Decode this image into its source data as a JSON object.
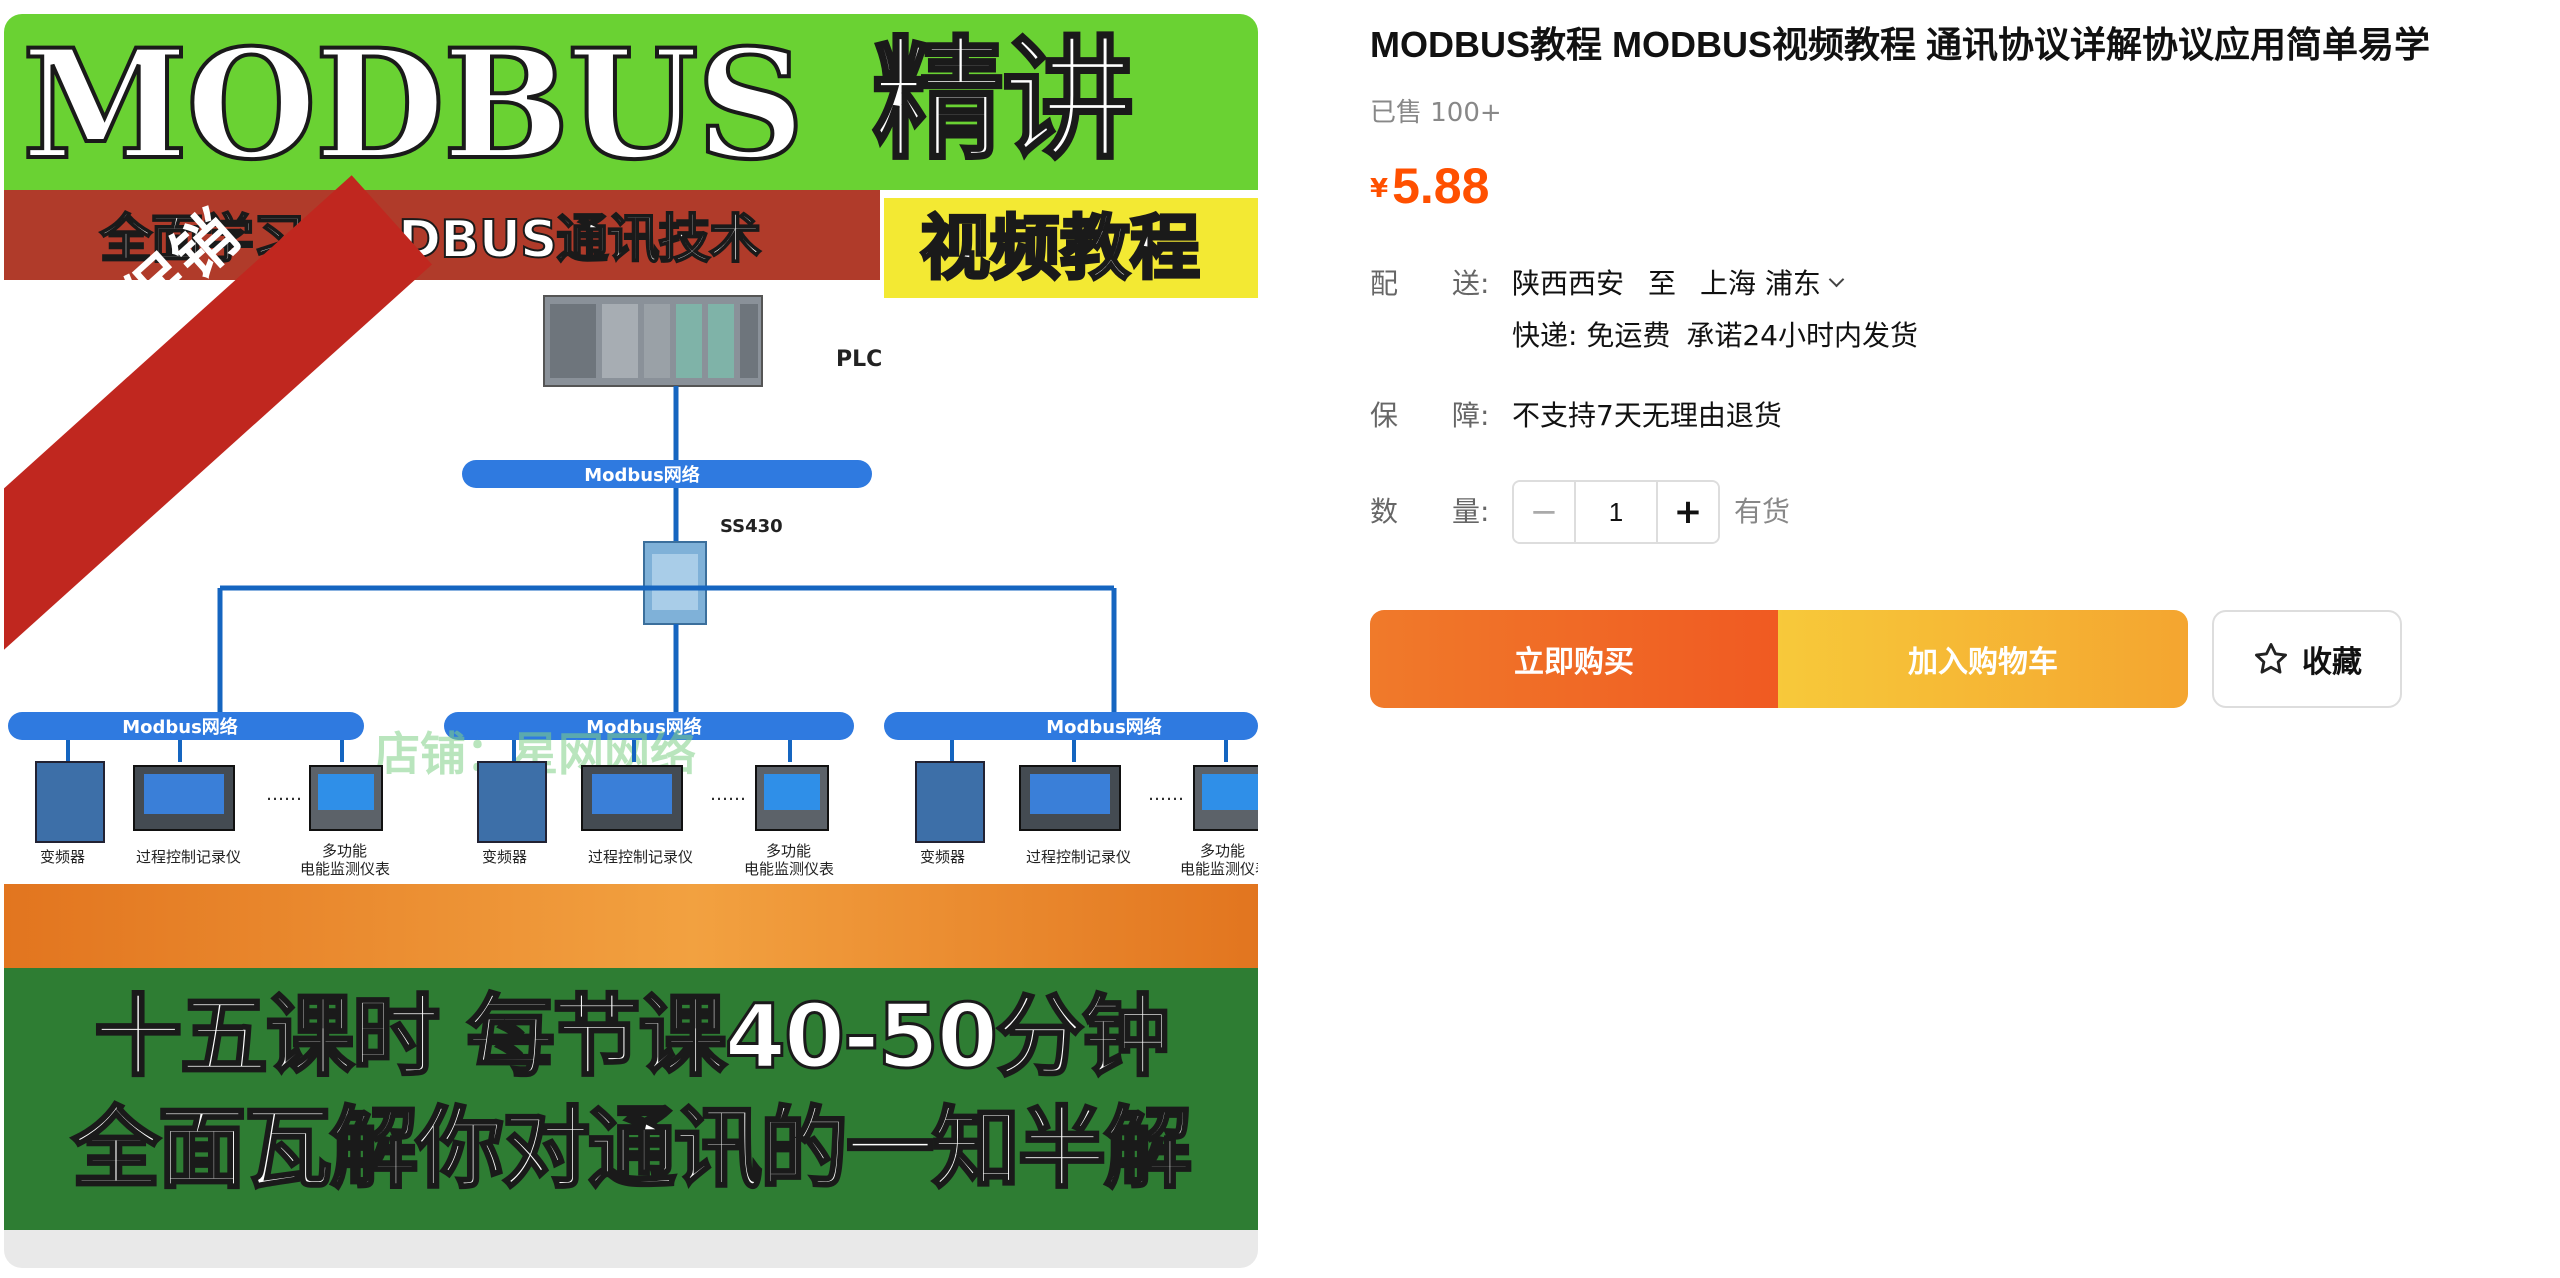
{
  "image": {
    "title_en": "MODBUS",
    "title_cn": "精讲",
    "subtitle": "全面学习MODBUS通讯技术",
    "video_tag": "视频教程",
    "sale_ribbon": "打折促销",
    "plc_label": "PLC",
    "switch_label": "SS430",
    "network_label": "Modbus网络",
    "watermark": "店铺：星网网络",
    "device_labels": [
      "变频器",
      "过程控制记录仪",
      "多功能",
      "电能监测仪表"
    ],
    "ellipsis": "……",
    "bottom_line1": "十五课时 每节课40-50分钟",
    "bottom_line2": "全面瓦解你对通讯的一知半解"
  },
  "product": {
    "title": "MODBUS教程 MODBUS视频教程 通讯协议详解协议应用简单易学",
    "sold": "已售 100+",
    "price_currency": "¥",
    "price": "5.88",
    "price_color": "#ff5000"
  },
  "delivery": {
    "label_1": "配",
    "label_2": "送",
    "colon": ":",
    "from": "陕西西安",
    "to_word": "至",
    "destination": "上海 浦东",
    "express": "快递: 免运费",
    "promise": "承诺24小时内发货"
  },
  "guarantee": {
    "label_1": "保",
    "label_2": "障",
    "colon": ":",
    "text": "不支持7天无理由退货"
  },
  "quantity": {
    "label_1": "数",
    "label_2": "量",
    "colon": ":",
    "minus": "−",
    "value": "1",
    "plus": "+",
    "stock": "有货"
  },
  "actions": {
    "buy_now": "立即购买",
    "add_to_cart": "加入购物车",
    "favorite": "收藏",
    "favorite_icon": "star-outline-icon",
    "buy_color": "#f05a22",
    "cart_color": "#f4a530"
  }
}
